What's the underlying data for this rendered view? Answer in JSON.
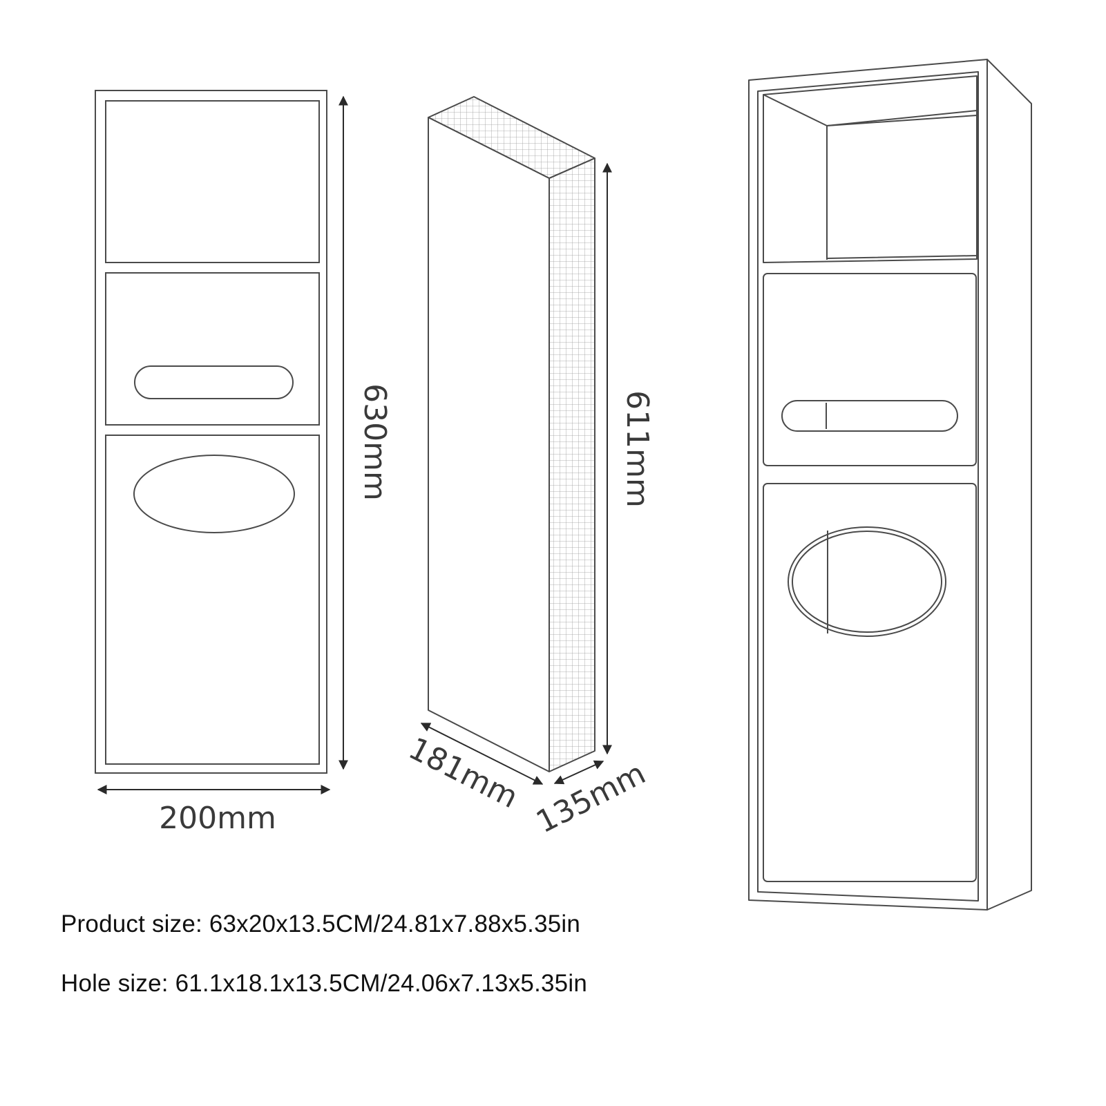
{
  "dimensions": {
    "front_height": "630mm",
    "front_width": "200mm",
    "hole_height": "611mm",
    "hole_width": "181mm",
    "depth": "135mm"
  },
  "specs": {
    "product_size": "Product size: 63x20x13.5CM/24.81x7.88x5.35in",
    "hole_size": "Hole size: 61.1x18.1x13.5CM/24.06x7.13x5.35in"
  },
  "colors": {
    "line": "#4a4a4a",
    "text": "#111111",
    "background": "#ffffff"
  }
}
